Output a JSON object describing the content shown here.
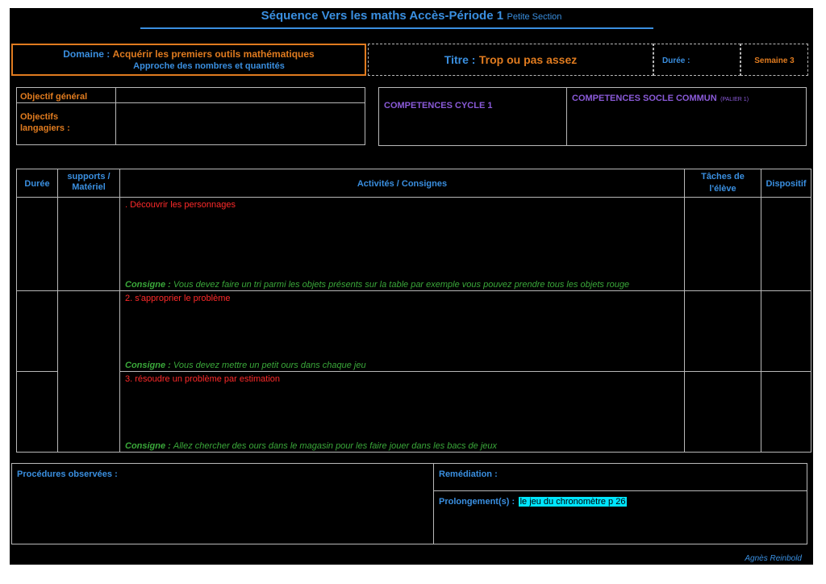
{
  "header": {
    "title": "Séquence  Vers les maths Accès-Période 1",
    "subtitle": "Petite Section"
  },
  "domain_box": {
    "label": "Domaine :",
    "value": "Acquérir les premiers outils mathématiques",
    "sub": "Approche des nombres et quantités"
  },
  "title_box": {
    "label": "Titre :",
    "value": "Trop ou pas assez"
  },
  "duree_label": "Durée :",
  "semaine_label": "Semaine 3",
  "objectifs": {
    "general": "Objectif général",
    "langagiers": "Objectifs langagiers :"
  },
  "competences": {
    "cycle": "COMPETENCES CYCLE 1",
    "socle": "COMPETENCES SOCLE COMMUN",
    "socle_small": "(PALIER 1)"
  },
  "table": {
    "headers": {
      "duree": "Durée",
      "supports": "supports / Matériel",
      "activites": "Activités / Consignes",
      "taches": "Tâches de l'élève",
      "dispositif": "Dispositif"
    },
    "rows": [
      {
        "activity": ". Découvrir les personnages",
        "consigne_label": "Consigne :",
        "consigne": "Vous devez faire un tri parmi les objets présents sur la table par exemple vous pouvez prendre tous les objets rouge"
      },
      {
        "activity": "2. s'approprier le problème",
        "consigne_label": "Consigne :",
        "consigne": "Vous devez mettre un petit ours dans chaque jeu"
      },
      {
        "activity": "3.  résoudre un problème par estimation",
        "consigne_label": "Consigne :",
        "consigne": "Allez chercher des ours dans le magasin pour les faire jouer dans les bacs de jeux"
      }
    ]
  },
  "bottom": {
    "procedures": "Procédures observées :",
    "remediation": "Remédiation :",
    "prolongement_label": "Prolongement(s) :",
    "prolongement_value": "le jeu du chronomètre p 26"
  },
  "author": "Agnès Reinbold",
  "colors": {
    "blue": "#3a8fe0",
    "orange": "#e07b1f",
    "purple": "#8a5ad8",
    "red": "#ff2a2a",
    "green": "#3aa83a",
    "highlight": "#00e5ff"
  }
}
